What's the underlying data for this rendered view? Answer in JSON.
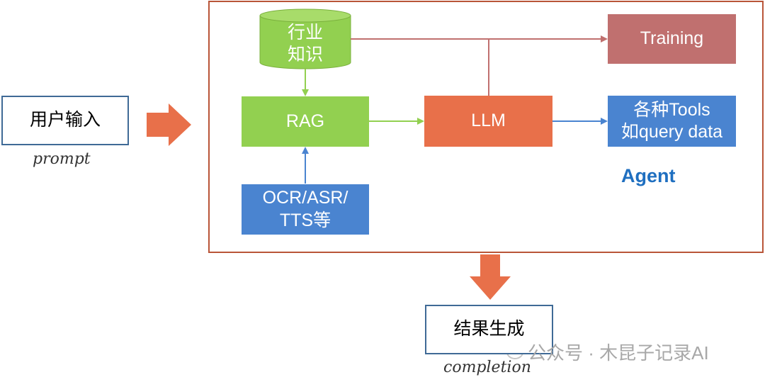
{
  "colors": {
    "frame": "#b95538",
    "green": "#92d050",
    "green_edge": "#7ab03c",
    "orange": "#e8704a",
    "rose": "#c0706f",
    "blue": "#4a84d0",
    "blue_edge": "#3f6a96",
    "agent_text": "#1f6fc0",
    "green_arrow": "#92d050",
    "blue_arrow": "#4a84d0",
    "rose_line": "#c0706f"
  },
  "nodes": {
    "user_input": "用户输入",
    "prompt_label": "prompt",
    "industry_knowledge": "行业\n知识",
    "training": "Training",
    "rag": "RAG",
    "llm": "LLM",
    "tools": "各种Tools\n如query data",
    "agent": "Agent",
    "ocr_asr_tts": "OCR/ASR/\nTTS等",
    "result_generation": "结果生成",
    "completion_label": "completion"
  },
  "watermark": {
    "icon": "wechat-icon",
    "text": "公众号 · 木昆子记录AI"
  }
}
